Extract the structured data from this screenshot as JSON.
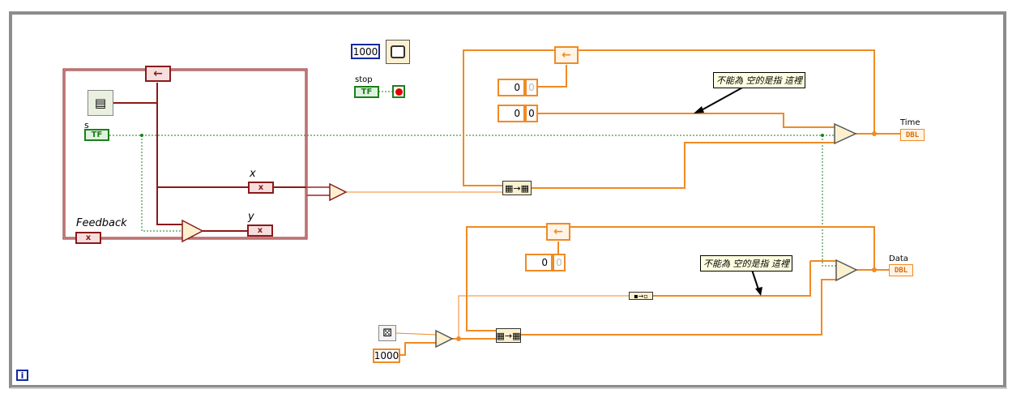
{
  "diagram": {
    "labels": {
      "feedback": "Feedback",
      "x": "x",
      "y": "y",
      "s": "s",
      "stop": "stop",
      "time": "Time",
      "data": "Data"
    },
    "constants": {
      "wait_ms": "1000",
      "random_scale": "1000",
      "index_a": "0",
      "index_b": "0",
      "index_c": "0",
      "init_a": "0",
      "init_b": "0",
      "init_c": "0"
    },
    "terminals": {
      "bool_tf": "TF",
      "dbl": "DBL",
      "cluster": "x"
    },
    "comments": {
      "top": "不能為 空的是指 這裡",
      "bottom": "不能為 空的是指 這裡"
    },
    "info": "i"
  }
}
